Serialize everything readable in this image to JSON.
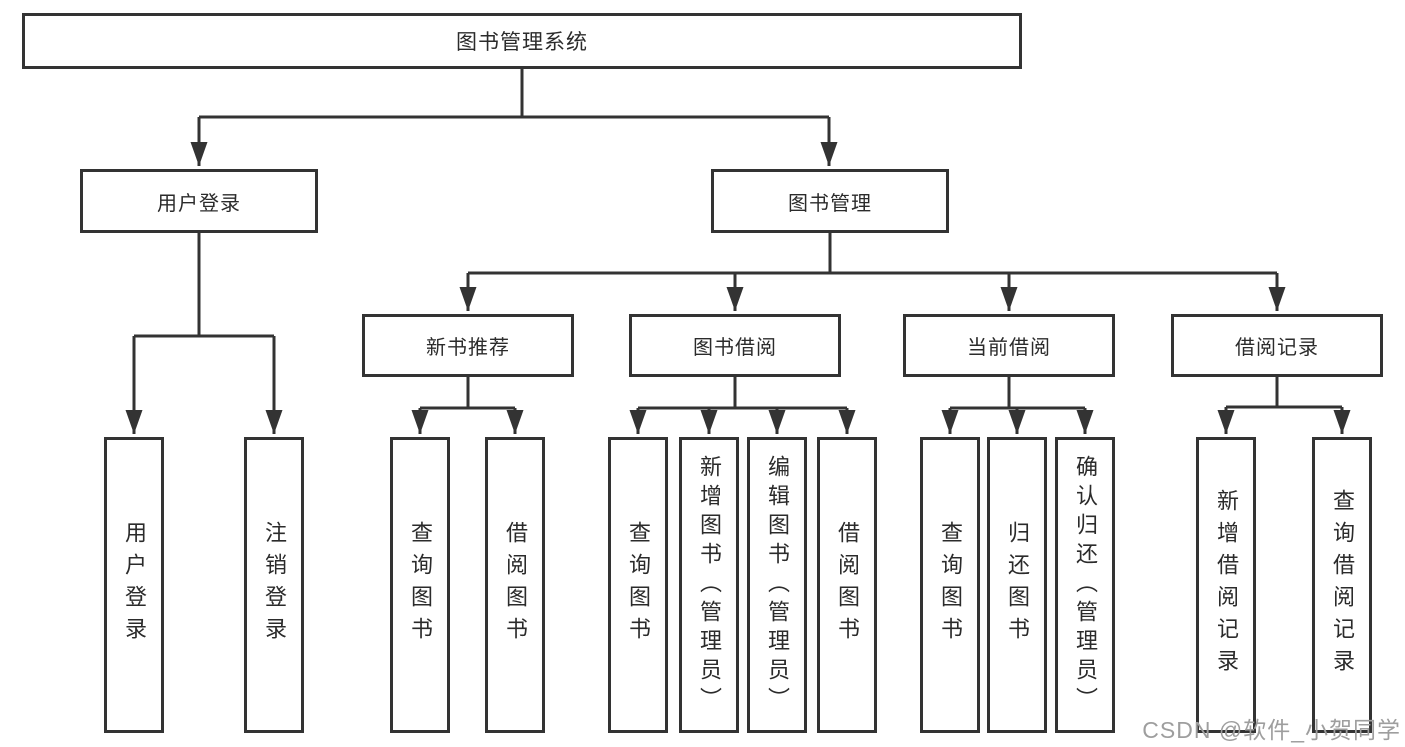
{
  "diagram": {
    "title": "图书管理系统",
    "type": "hierarchy-tree",
    "colors": {
      "line": "#333333",
      "box_border": "#333333",
      "box_fill": "#ffffff",
      "text": "#2b2b2b",
      "watermark": "#9e9e9e"
    },
    "tree": {
      "label": "图书管理系统",
      "children": [
        {
          "label": "用户登录",
          "children": [
            {
              "label": "用户登录"
            },
            {
              "label": "注销登录"
            }
          ]
        },
        {
          "label": "图书管理",
          "children": [
            {
              "label": "新书推荐",
              "children": [
                {
                  "label": "查询图书"
                },
                {
                  "label": "借阅图书"
                }
              ]
            },
            {
              "label": "图书借阅",
              "children": [
                {
                  "label": "查询图书"
                },
                {
                  "label": "新增图书（管理员）"
                },
                {
                  "label": "编辑图书（管理员）"
                },
                {
                  "label": "借阅图书"
                }
              ]
            },
            {
              "label": "当前借阅",
              "children": [
                {
                  "label": "查询图书"
                },
                {
                  "label": "归还图书"
                },
                {
                  "label": "确认归还（管理员）"
                }
              ]
            },
            {
              "label": "借阅记录",
              "children": [
                {
                  "label": "新增借阅记录"
                },
                {
                  "label": "查询借阅记录"
                }
              ]
            }
          ]
        }
      ]
    }
  },
  "watermark": {
    "text": "CSDN @软件_小贺同学"
  }
}
